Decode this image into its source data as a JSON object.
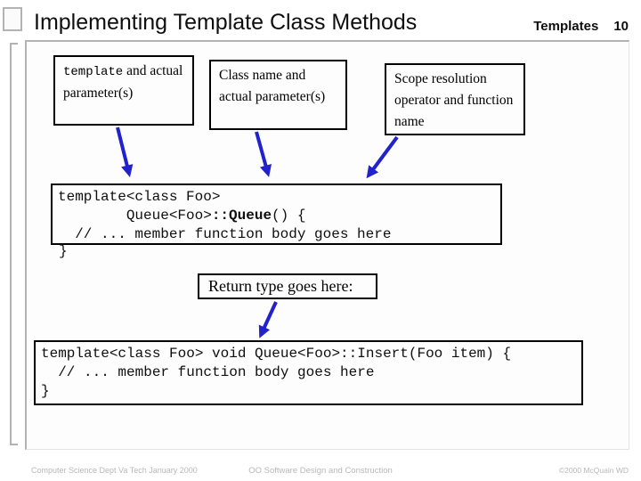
{
  "slide": {
    "title": "Implementing Template Class Methods",
    "header_right": {
      "section": "Templates",
      "number": "10"
    }
  },
  "label_boxes": [
    {
      "mono": "template",
      "text": " and actual parameter(s)"
    },
    {
      "text": "Class name and actual parameter(s)"
    },
    {
      "text": "Scope resolution operator and function name"
    }
  ],
  "code_box_1": {
    "line1": "template<class Foo>",
    "line2_pre": "        Queue<Foo>",
    "line2_bold": "::Queue",
    "line2_post": "() {",
    "line3": "  // ... member function body goes here",
    "closing_brace": "}"
  },
  "return_box": {
    "text": "Return type goes here:"
  },
  "code_box_2": {
    "line1": "template<class Foo> void Queue<Foo>::Insert(Foo item) {",
    "line2": "  // ... member function body goes here",
    "line3": "}"
  },
  "footer": {
    "left": "Computer Science Dept Va Tech January 2000",
    "center": "OO Software Design and Construction",
    "right": "©2000 McQuain WD"
  },
  "colors": {
    "arrow_blue": "#2222cc",
    "frame_gray": "#b3b3b3",
    "footer_gray": "#b8b8b8",
    "box_border_black": "#000000"
  }
}
